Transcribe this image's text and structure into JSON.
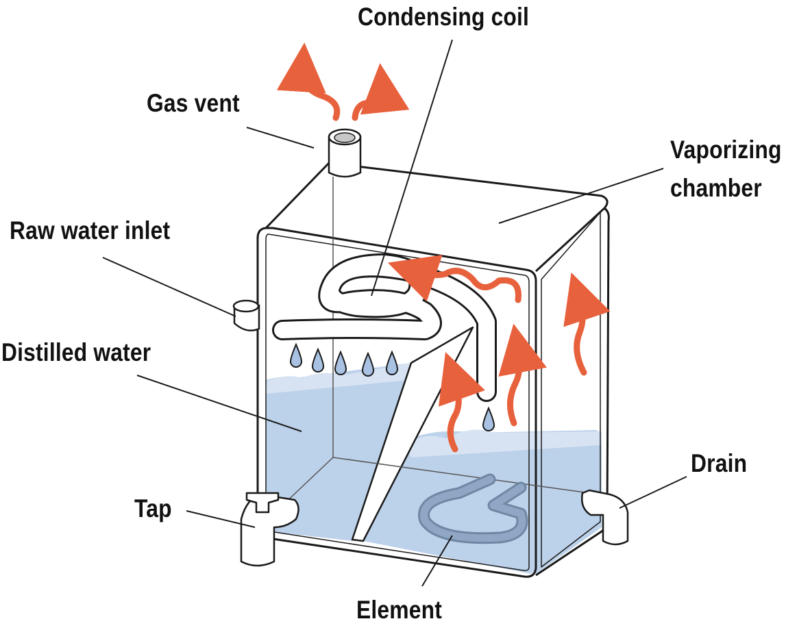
{
  "labels": {
    "condensing_coil": "Condensing coil",
    "gas_vent": "Gas vent",
    "vaporizing_chamber_line1": "Vaporizing",
    "vaporizing_chamber_line2": "chamber",
    "raw_water_inlet": "Raw water inlet",
    "distilled_water": "Distilled water",
    "tap": "Tap",
    "drain": "Drain",
    "element": "Element"
  },
  "colors": {
    "water": "#bcd1ea",
    "water_light": "#d7e3f3",
    "steam_arrow": "#e8613d",
    "element": "#8fa7c4",
    "drop": "#a9c2e3",
    "outline": "#1a1a1a"
  }
}
